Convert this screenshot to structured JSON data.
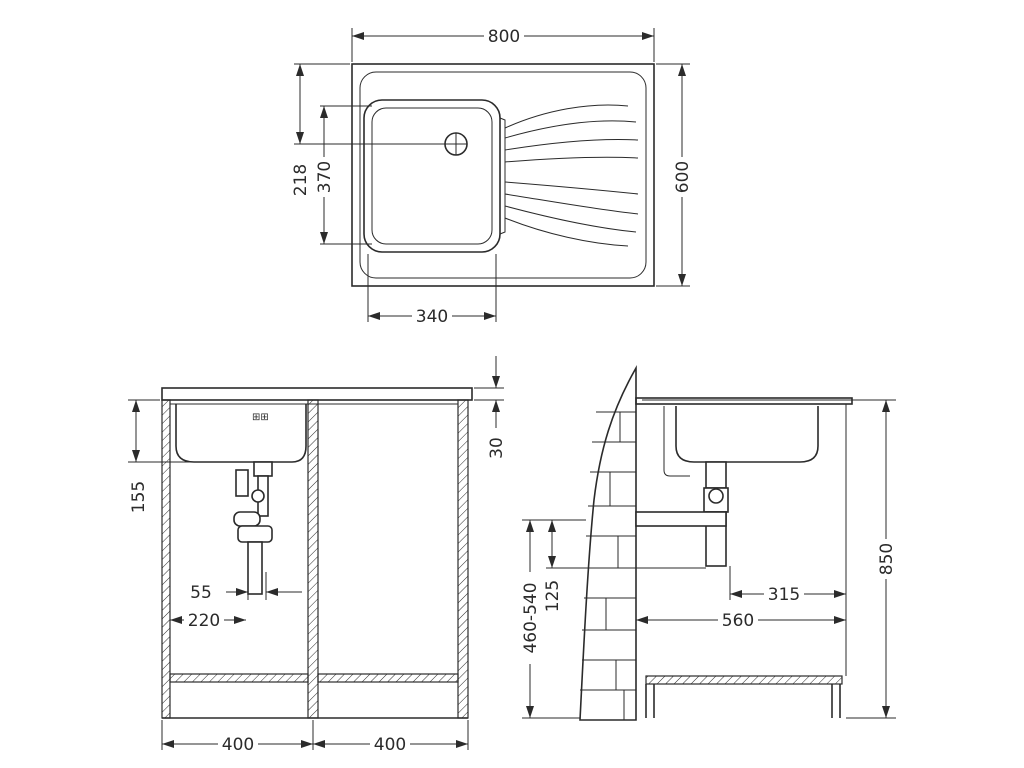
{
  "top_view": {
    "width": "800",
    "depth": "600",
    "bowl_depth": "370",
    "drain_offset": "218",
    "bowl_width": "340"
  },
  "front_view": {
    "worktop_thickness": "30",
    "sink_depth": "155",
    "outlet_offset": "55",
    "trap_offset": "220",
    "cabinet_left_width": "400",
    "cabinet_right_width": "400"
  },
  "side_view": {
    "height": "850",
    "drain_range": "460-540",
    "pipe_height": "125",
    "pipe_depth": "315",
    "cabinet_depth": "560"
  }
}
